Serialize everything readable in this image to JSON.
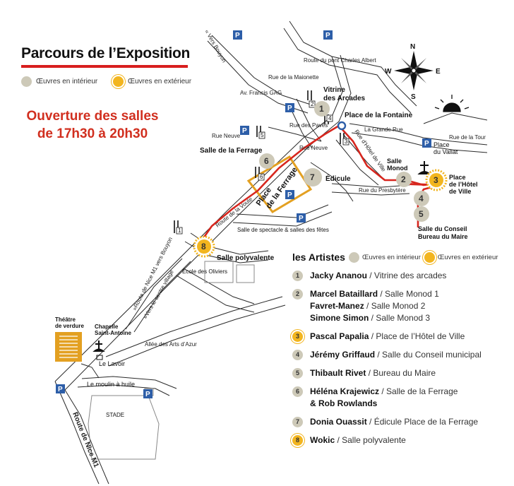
{
  "title": "Parcours de l’Exposition",
  "legend": {
    "indoor": "Œuvres en intérieur",
    "outdoor": "Œuvres en extérieur"
  },
  "opening_line1": "Ouverture des salles",
  "opening_line2": "de 17h30 à 20h30",
  "compass": {
    "n": "N",
    "s": "S",
    "e": "E",
    "w": "W"
  },
  "parking": "P",
  "streets": {
    "vers_bouyon": "« Vers Bouyon",
    "pont": "Route du pont Charles Albert",
    "maionette": "Rue de la Maionette",
    "francis": "Av. Francis GAG",
    "neuve1": "Rue Neuve",
    "paves": "Rue des Pavés",
    "neuve2": "Rue Neuve",
    "grande": "La Grande Rue",
    "tour": "Rue de la Tour",
    "hotel_ville": "Rue d’Hôtel de Ville",
    "presbytere": "Rue du Presbytère",
    "voute": "Route de la Voute",
    "m1_bouyon": "»Route de Nice M1 vers Bouyon",
    "centre": "»Vers le centre village",
    "arts": "Allée des Arts d’Azur",
    "m1": "Route de Nice M1"
  },
  "places": {
    "vitrine1": "Vitrine",
    "vitrine2": "des Arcades",
    "fontaine": "Place de la Fontaine",
    "vallat1": "Place",
    "vallat2": "du Vallat",
    "monod1": "Salle",
    "monod2": "Monod",
    "hotel1": "Place",
    "hotel2": "de l’Hôtel",
    "hotel3": "de Ville",
    "conseil1": "Salle du Conseil",
    "conseil2": "Bureau du Maire",
    "ferrage_salle": "Salle de la Ferrage",
    "ferrage_place1": "Place",
    "ferrage_place2": "de la Ferrage",
    "edicule": "Édicule",
    "spectacle": "Salle de spectacle & salles des fêtes",
    "polyvalente": "Salle polyvalente",
    "ecole": "École des Oliviers",
    "theatre1": "Théâtre",
    "theatre2": "de verdure",
    "chapelle1": "Chapelle",
    "chapelle2": "Saint-Antoine",
    "lavoir": "Le Lavoir",
    "moulin": "Le moulin à huile",
    "stade": "STADE"
  },
  "artists_title": "les Artistes",
  "artists": [
    {
      "n": "1",
      "kind": "indoor",
      "names": [
        "Jacky Ananou"
      ],
      "venues": [
        " / Vitrine des arcades"
      ]
    },
    {
      "n": "2",
      "kind": "indoor",
      "names": [
        "Marcel Bataillard",
        "Favret-Manez",
        "Simone Simon"
      ],
      "venues": [
        " / Salle Monod 1",
        " / Salle Monod 2",
        " / Salle Monod 3"
      ]
    },
    {
      "n": "3",
      "kind": "outdoor",
      "names": [
        "Pascal Papalia"
      ],
      "venues": [
        " / Place de l’Hôtel de Ville"
      ]
    },
    {
      "n": "4",
      "kind": "indoor",
      "names": [
        "Jérémy Griffaud"
      ],
      "venues": [
        " / Salle du Conseil municipal"
      ]
    },
    {
      "n": "5",
      "kind": "indoor",
      "names": [
        "Thibault Rivet"
      ],
      "venues": [
        " / Bureau du Maire"
      ]
    },
    {
      "n": "6",
      "kind": "indoor",
      "names": [
        "Héléna Krajewicz",
        "& Rob Rowlands"
      ],
      "venues": [
        " / Salle de la Ferrage",
        ""
      ]
    },
    {
      "n": "7",
      "kind": "indoor",
      "names": [
        "Donia Ouassit"
      ],
      "venues": [
        " / Édicule Place de la Ferrage"
      ]
    },
    {
      "n": "8",
      "kind": "outdoor",
      "names": [
        "Wokic"
      ],
      "venues": [
        " / Salle polyvalente"
      ]
    }
  ],
  "colors": {
    "route": "#d7261e",
    "indoor": "#cdc9b8",
    "outdoor": "#f2b51f",
    "parking": "#2d5ea8",
    "plaza": "#e3a021"
  }
}
